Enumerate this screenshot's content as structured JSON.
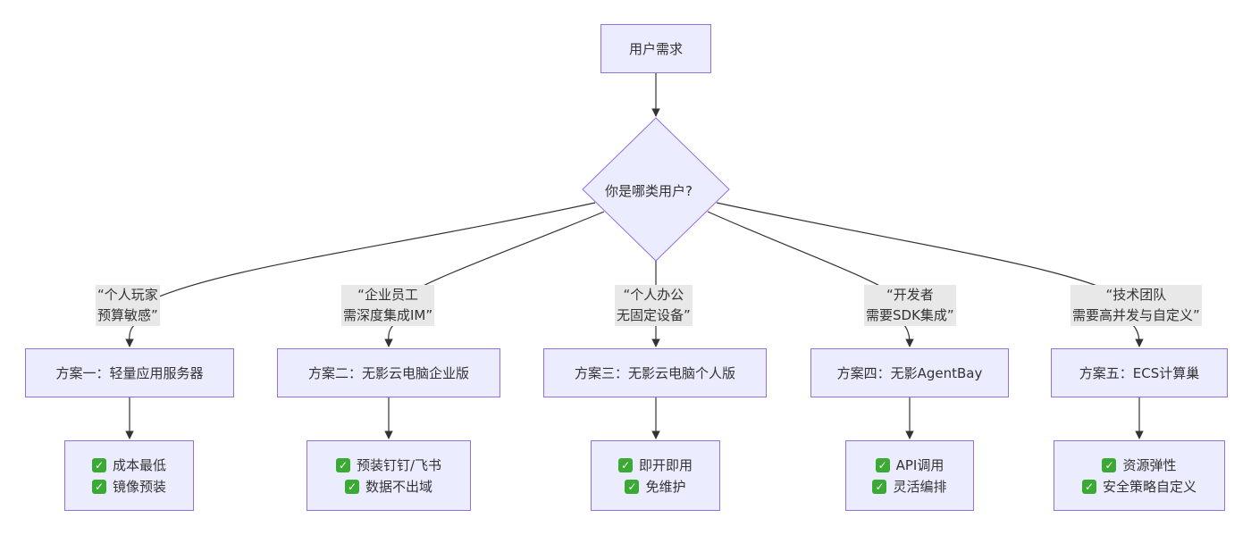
{
  "root": {
    "label": "用户需求"
  },
  "decision": {
    "label": "你是哪类用户?"
  },
  "branches": [
    {
      "condition": [
        "“个人玩家",
        "预算敏感”"
      ],
      "solution": "方案一：轻量应用服务器",
      "benefits": [
        "成本最低",
        "镜像预装"
      ]
    },
    {
      "condition": [
        "“企业员工",
        "需深度集成IM”"
      ],
      "solution": "方案二：无影云电脑企业版",
      "benefits": [
        "预装钉钉/飞书",
        "数据不出域"
      ]
    },
    {
      "condition": [
        "“个人办公",
        "无固定设备”"
      ],
      "solution": "方案三：无影云电脑个人版",
      "benefits": [
        "即开即用",
        "免维护"
      ]
    },
    {
      "condition": [
        "“开发者",
        "需要SDK集成”"
      ],
      "solution": "方案四：无影AgentBay",
      "benefits": [
        "API调用",
        "灵活编排"
      ]
    },
    {
      "condition": [
        "“技术团队",
        "需要高并发与自定义”"
      ],
      "solution": "方案五：ECS计算巢",
      "benefits": [
        "资源弹性",
        "安全策略自定义"
      ]
    }
  ],
  "check_icon": "check-mark-button-icon",
  "colors": {
    "node_fill": "#ECECFF",
    "node_border": "#9370DB",
    "edge": "#333333",
    "label_bg": "#E8E8E8",
    "check": "#3BAA35"
  }
}
